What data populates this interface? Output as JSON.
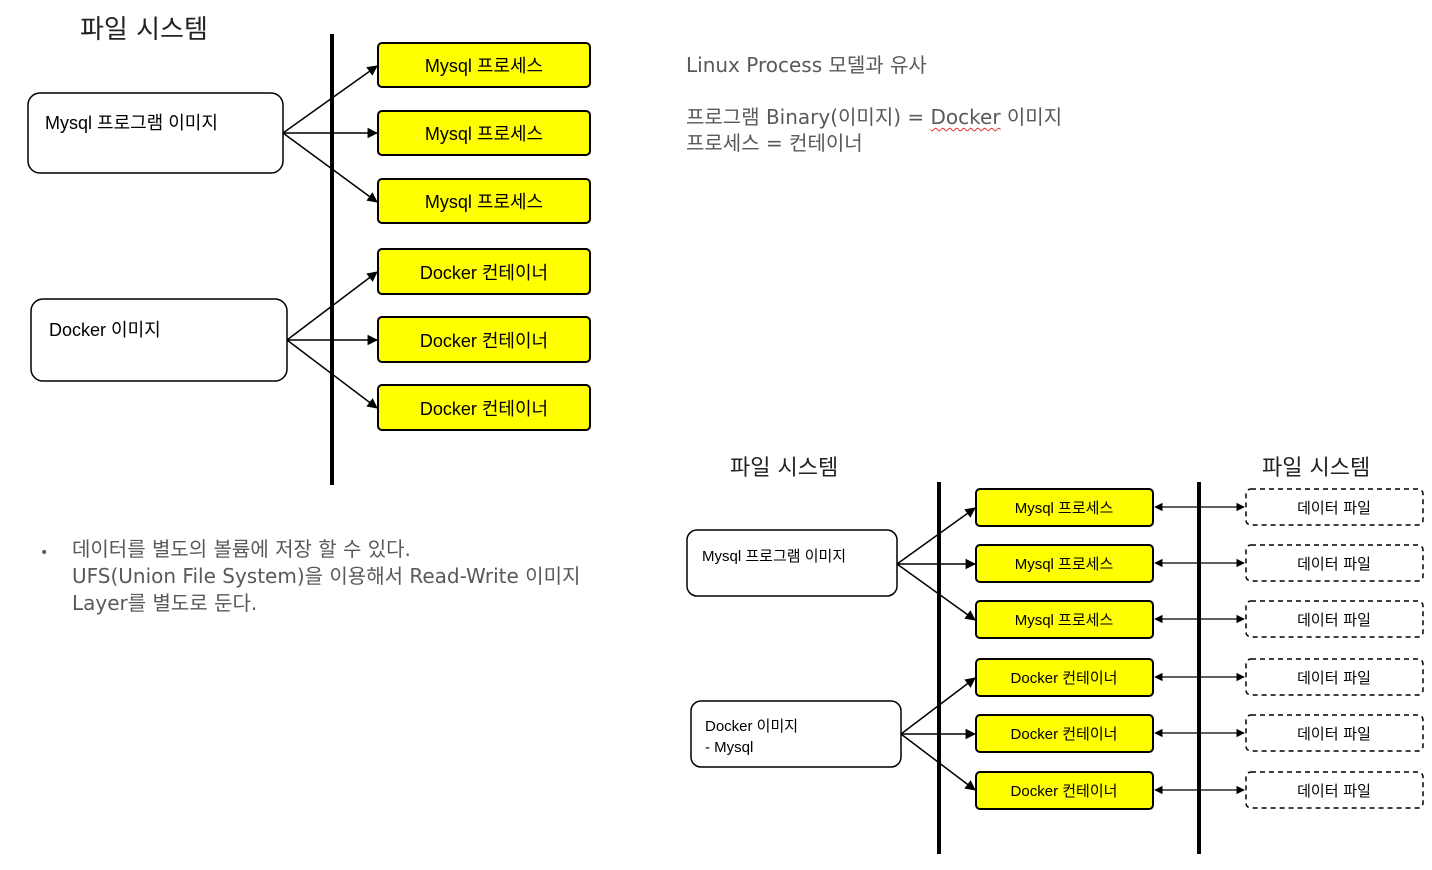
{
  "diagram_left": {
    "heading": "파일 시스템",
    "sources": [
      {
        "label": "Mysql 프로그램 이미지"
      },
      {
        "label": "Docker 이미지"
      }
    ],
    "targets": [
      "Mysql 프로세스",
      "Mysql 프로세스",
      "Mysql 프로세스",
      "Docker 컨테이너",
      "Docker 컨테이너",
      "Docker 컨테이너"
    ]
  },
  "notes": {
    "line1": "Linux Process 모델과 유사",
    "line2_prefix": "프로그램 Binary(이미지) = ",
    "line2_docker": "Docker",
    "line2_suffix": " 이미지",
    "line3": "프로세스 = 컨테이너"
  },
  "bullet": {
    "dot": "•",
    "lines": [
      "데이터를 별도의 볼륨에 저장 할 수 있다.",
      "UFS(Union File System)을 이용해서 Read-Write 이미지",
      "Layer를 별도로 둔다."
    ]
  },
  "diagram_right": {
    "heading_left": "파일 시스템",
    "heading_right": "파일 시스템",
    "sources": [
      {
        "label": "Mysql 프로그램 이미지"
      },
      {
        "label": "Docker 이미지",
        "label2": "- Mysql"
      }
    ],
    "targets": [
      "Mysql 프로세스",
      "Mysql 프로세스",
      "Mysql 프로세스",
      "Docker 컨테이너",
      "Docker 컨테이너",
      "Docker 컨테이너"
    ],
    "data_files": [
      "데이터 파일",
      "데이터 파일",
      "데이터 파일",
      "데이터 파일",
      "데이터 파일",
      "데이터 파일"
    ]
  },
  "colors": {
    "yellow_fill": "#ffff00",
    "stroke": "#000000",
    "note_text": "#595959",
    "spell_underline": "#e0312d"
  }
}
